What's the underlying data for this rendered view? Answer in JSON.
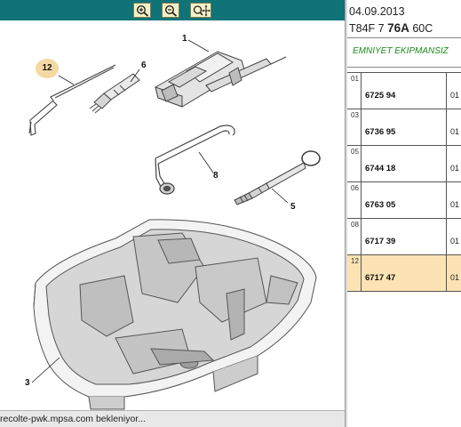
{
  "toolbar": {
    "buttons": [
      {
        "name": "zoom-in-button",
        "icon": "zoom-in-icon"
      },
      {
        "name": "zoom-out-button",
        "icon": "zoom-out-icon"
      },
      {
        "name": "pan-button",
        "icon": "pan-icon"
      }
    ],
    "background_color": "#0f7378"
  },
  "diagram": {
    "callouts": {
      "part1": "1",
      "part3": "3",
      "part5": "5",
      "part6": "6",
      "part8": "8",
      "part12": "12"
    },
    "highlight_color": "#f5d9a3"
  },
  "status_bar": {
    "text": "recolte-pwk.mpsa.com bekleniyor..."
  },
  "document": {
    "date": "04.09.2013",
    "code_prefix": "T84F 7",
    "code_bold": "76A",
    "code_suffix": "60C"
  },
  "section": {
    "title": "EMNIYET EKIPMANSIZ"
  },
  "parts": [
    {
      "index": "01",
      "ref": "6725 94",
      "qty": "01",
      "selected": false
    },
    {
      "index": "03",
      "ref": "6736 95",
      "qty": "01",
      "selected": false
    },
    {
      "index": "05",
      "ref": "6744 18",
      "qty": "01",
      "selected": false
    },
    {
      "index": "06",
      "ref": "6763 05",
      "qty": "01",
      "selected": false
    },
    {
      "index": "08",
      "ref": "6717 39",
      "qty": "01",
      "selected": false
    },
    {
      "index": "12",
      "ref": "6717 47",
      "qty": "01",
      "selected": true
    }
  ],
  "colors": {
    "selected_row": "#fce3b4",
    "section_title": "#1a8a1a"
  }
}
